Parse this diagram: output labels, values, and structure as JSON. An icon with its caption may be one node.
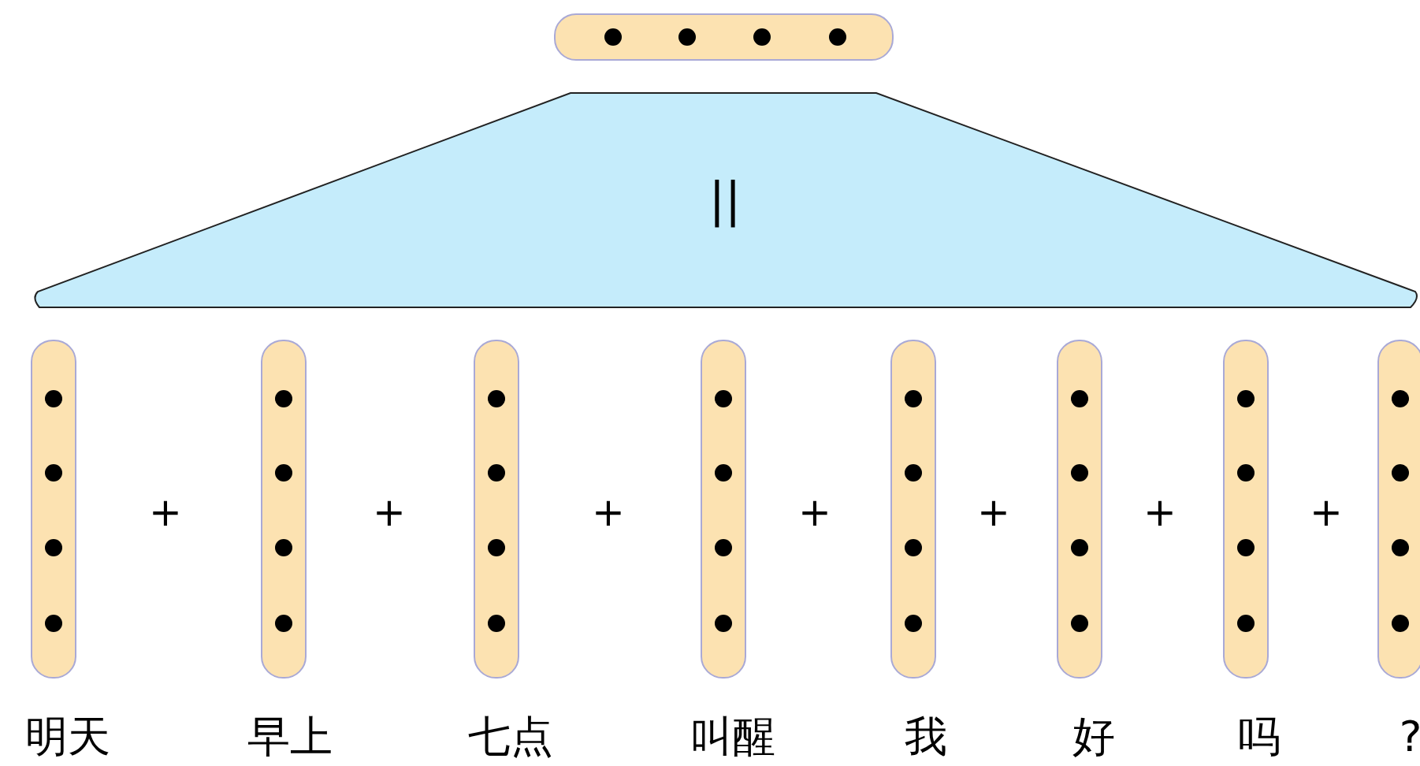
{
  "diagram": {
    "nodes": [
      {
        "text": [],
        "shape": "bar"
      },
      {
        "text": [
          "||"
        ]
      },
      {
        "text": [],
        "shape": "bar",
        "beside": [
          "明天"
        ]
      },
      {
        "text": [],
        "shape": "bar",
        "beside": [
          "早上"
        ]
      },
      {
        "text": [],
        "shape": "bar",
        "beside": [
          "七点"
        ]
      },
      {
        "text": [],
        "shape": "bar",
        "beside": [
          "叫醒"
        ]
      },
      {
        "text": [],
        "shape": "bar",
        "beside": [
          "我"
        ]
      },
      {
        "text": [],
        "shape": "bar",
        "beside": [
          "好"
        ]
      },
      {
        "text": [],
        "shape": "bar",
        "beside": [
          "吗"
        ]
      },
      {
        "text": [],
        "shape": "bar",
        "beside": [
          "?"
        ]
      }
    ],
    "edges": [],
    "labels": [
      "+",
      "+",
      "+",
      "+",
      "+",
      "+",
      "+"
    ]
  }
}
